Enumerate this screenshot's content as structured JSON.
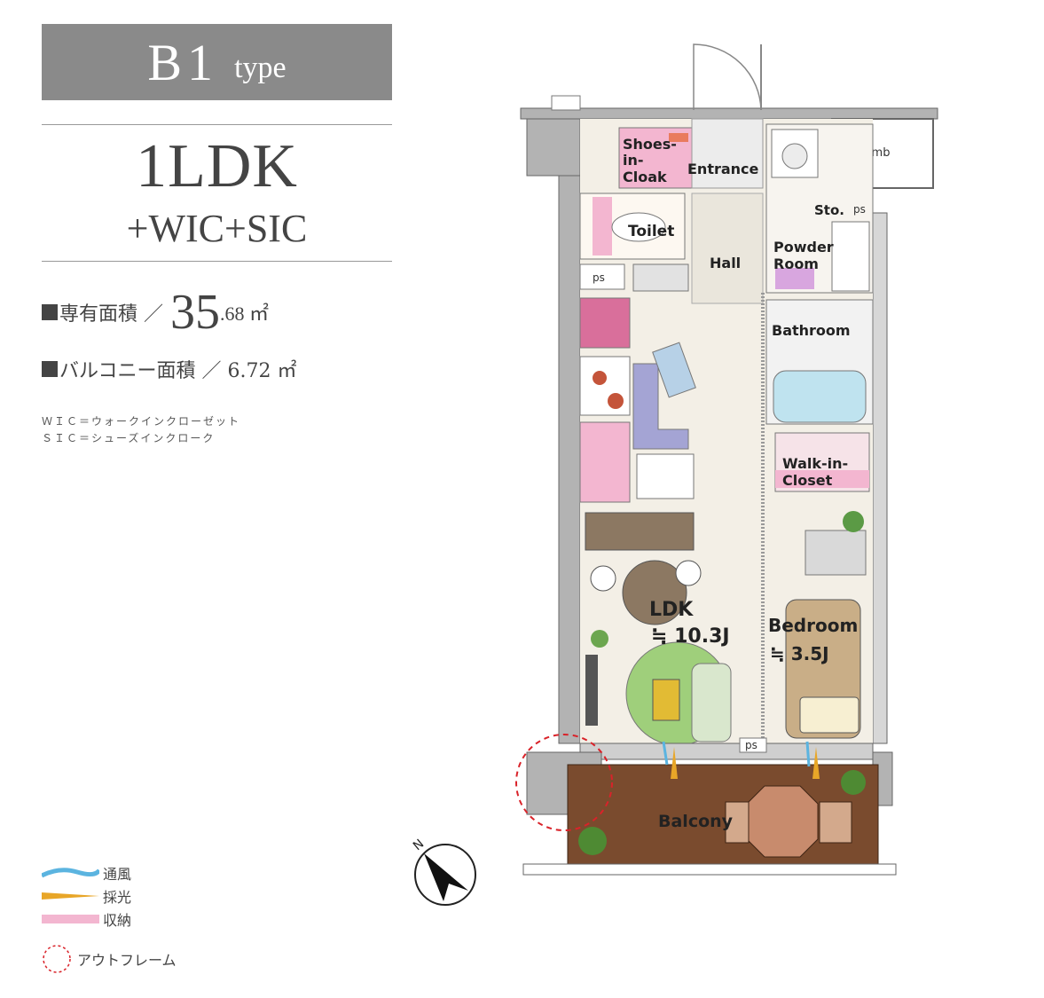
{
  "header": {
    "type_number": "B1",
    "type_suffix": "type"
  },
  "layout": {
    "main": "1LDK",
    "sub": "+WIC+SIC"
  },
  "areas": {
    "private_label": "専有面積 ／",
    "private_value_big": "35",
    "private_value_small": ".68 ㎡",
    "balcony_label": "バルコニー面積 ／ 6.72 ㎡"
  },
  "notes": [
    "ＷＩＣ＝ウォークインクローゼット",
    "ＳＩＣ＝シューズインクローク"
  ],
  "legend": [
    {
      "label": "通風",
      "color": "#5bb4e0"
    },
    {
      "label": "採光",
      "color": "#e8a628"
    },
    {
      "label": "収納",
      "color": "#f3b6d0"
    }
  ],
  "outframe_label": "アウトフレーム",
  "floorplan": {
    "rooms": {
      "shoes_1": "Shoes-",
      "shoes_2": "in-",
      "shoes_3": "Cloak",
      "entrance": "Entrance",
      "mb": "mb",
      "toilet": "Toilet",
      "hall": "Hall",
      "sto": "Sto.",
      "ps_top": "ps",
      "powder_1": "Powder",
      "powder_2": "Room",
      "ps_left": "ps",
      "bathroom": "Bathroom",
      "wic_1": "Walk-in-",
      "wic_2": "Closet",
      "ldk": "LDK",
      "ldk_size": "≒ 10.3J",
      "bedroom": "Bedroom",
      "bedroom_size": "≒ 3.5J",
      "ps_bottom": "ps",
      "balcony": "Balcony"
    },
    "compass": "N",
    "colors": {
      "wall": "#b3b3b3",
      "floor": "#f3efe6",
      "balcony": "#7a4b2e",
      "storage": "#f3b6d0",
      "outframe": "#d9232a"
    }
  }
}
